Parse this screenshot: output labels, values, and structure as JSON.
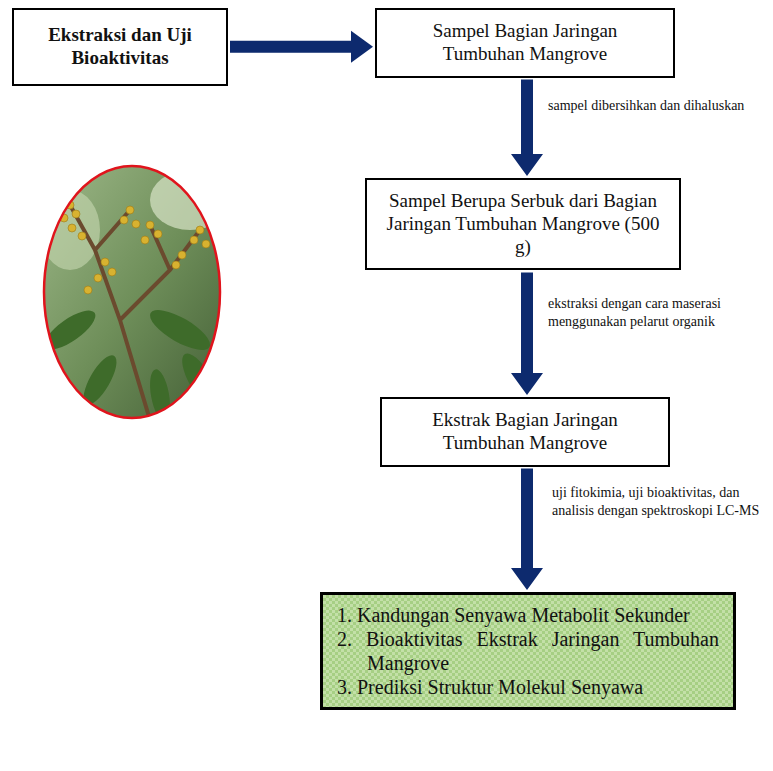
{
  "diagram": {
    "nodes": [
      {
        "text": [
          "Ekstraksi dan Uji Bioaktivitas"
        ]
      },
      {
        "text": [
          "Sampel Bagian Jaringan Tumbuhan Mangrove"
        ]
      },
      {
        "text": [
          "Sampel Berupa Serbuk dari Bagian Jaringan Tumbuhan Mangrove (500 g)"
        ]
      },
      {
        "text": [
          "Ekstrak Bagian Jaringan Tumbuhan Mangrove"
        ]
      },
      {
        "text": [
          "1. Kandungan Senyawa Metabolit Sekunder",
          "2. Bioaktivitas Ekstrak Jaringan Tumbuhan Mangrove",
          "3. Prediksi Struktur Molekul Senyawa"
        ]
      }
    ],
    "edges": [
      {
        "from": 0,
        "to": 1,
        "arrow": "to"
      },
      {
        "from": 1,
        "to": 2,
        "label": "sampel dibersihkan dan dihaluskan",
        "arrow": "to"
      },
      {
        "from": 2,
        "to": 3,
        "label": "ekstraksi dengan cara maserasi menggunakan pelarut organik",
        "arrow": "to"
      },
      {
        "from": 3,
        "to": 4,
        "label": "uji fitokimia, uji bioaktivitas, dan analisis dengan spektroskopi LC-MS",
        "arrow": "to"
      }
    ]
  }
}
